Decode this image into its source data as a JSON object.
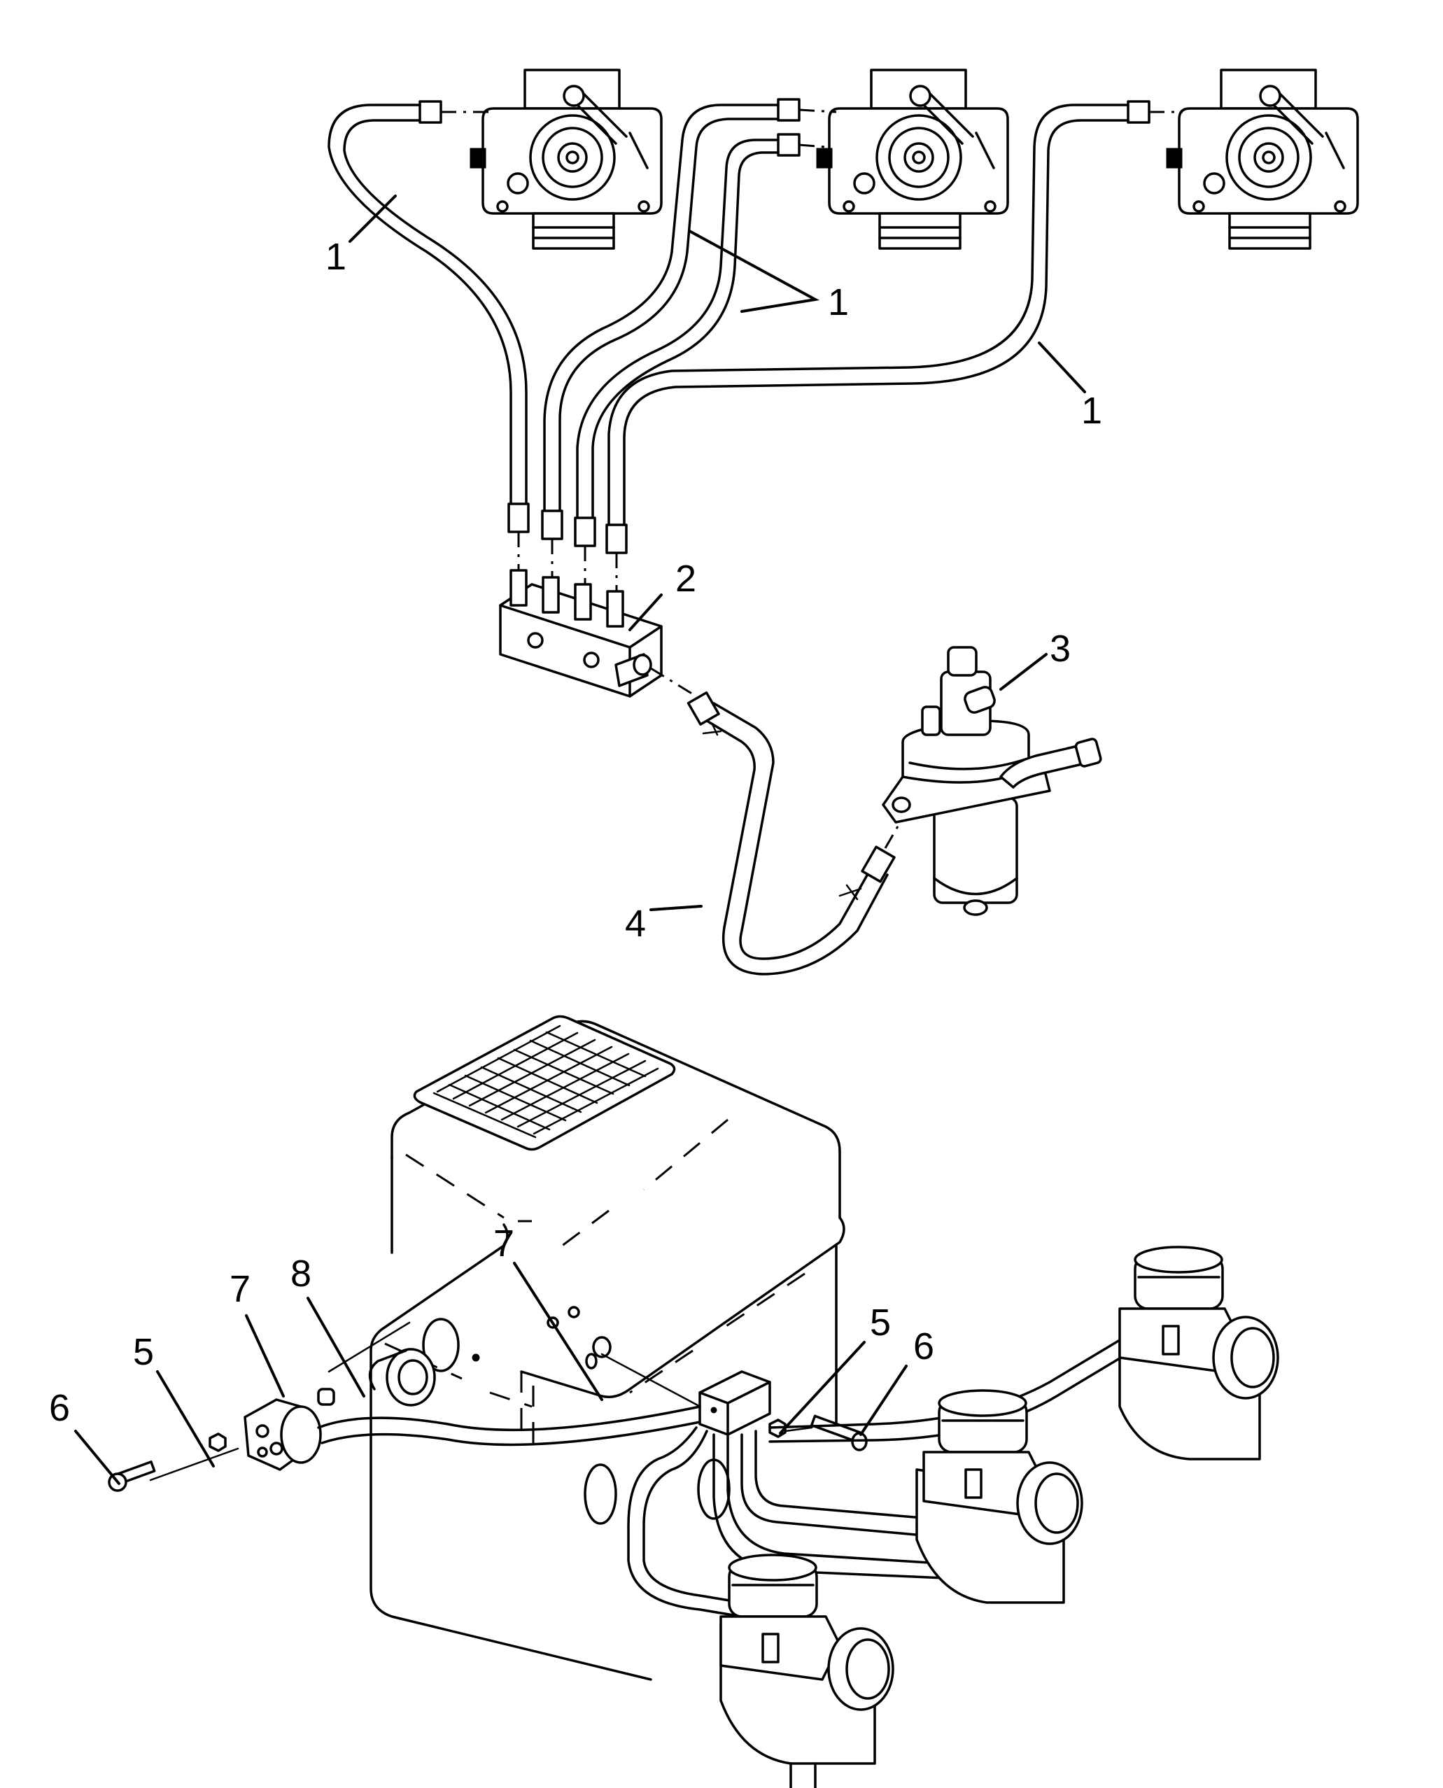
{
  "diagram": {
    "title": "Oil injection system exploded parts view",
    "callouts": [
      {
        "id": "c1a",
        "label": "1",
        "part": "oil-delivery-hose"
      },
      {
        "id": "c1b",
        "label": "1",
        "part": "oil-delivery-hose"
      },
      {
        "id": "c1c",
        "label": "1",
        "part": "oil-delivery-hose"
      },
      {
        "id": "c2",
        "label": "2",
        "part": "distribution-block"
      },
      {
        "id": "c3",
        "label": "3",
        "part": "oil-pump"
      },
      {
        "id": "c4",
        "label": "4",
        "part": "oil-supply-hose"
      },
      {
        "id": "c7a",
        "label": "7",
        "part": "grommet"
      },
      {
        "id": "c8",
        "label": "8",
        "part": "fitting"
      },
      {
        "id": "c7b",
        "label": "7",
        "part": "grommet"
      },
      {
        "id": "c5a",
        "label": "5",
        "part": "washer"
      },
      {
        "id": "c6a",
        "label": "6",
        "part": "bolt"
      },
      {
        "id": "c5b",
        "label": "5",
        "part": "washer"
      },
      {
        "id": "c6b",
        "label": "6",
        "part": "bolt"
      }
    ],
    "colors": {
      "line": "#000000",
      "background": "#ffffff"
    }
  }
}
